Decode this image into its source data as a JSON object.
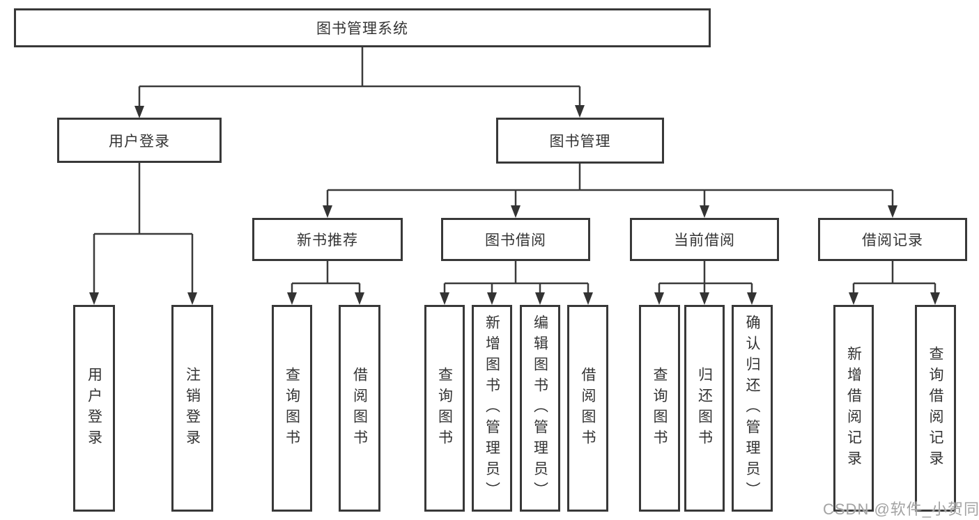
{
  "diagram": {
    "title": "图书管理系统",
    "watermark": "CSDN @软件_小贺同学",
    "colors": {
      "line": "#3a3a3a",
      "border": "#383838",
      "text": "#333333",
      "background": "#ffffff",
      "watermark": "#a3a3a3"
    },
    "tree": {
      "root": {
        "label": "图书管理系统",
        "children": [
          {
            "label": "用户登录",
            "children": [
              {
                "label": "用户登录"
              },
              {
                "label": "注销登录"
              }
            ]
          },
          {
            "label": "图书管理",
            "children": [
              {
                "label": "新书推荐",
                "children": [
                  {
                    "label": "查询图书"
                  },
                  {
                    "label": "借阅图书"
                  }
                ]
              },
              {
                "label": "图书借阅",
                "children": [
                  {
                    "label": "查询图书"
                  },
                  {
                    "label": "新增图书（管理员）"
                  },
                  {
                    "label": "编辑图书（管理员）"
                  },
                  {
                    "label": "借阅图书"
                  }
                ]
              },
              {
                "label": "当前借阅",
                "children": [
                  {
                    "label": "查询图书"
                  },
                  {
                    "label": "归还图书"
                  },
                  {
                    "label": "确认归还（管理员）"
                  }
                ]
              },
              {
                "label": "借阅记录",
                "children": [
                  {
                    "label": "新增借阅记录"
                  },
                  {
                    "label": "查询借阅记录"
                  }
                ]
              }
            ]
          }
        ]
      }
    }
  }
}
